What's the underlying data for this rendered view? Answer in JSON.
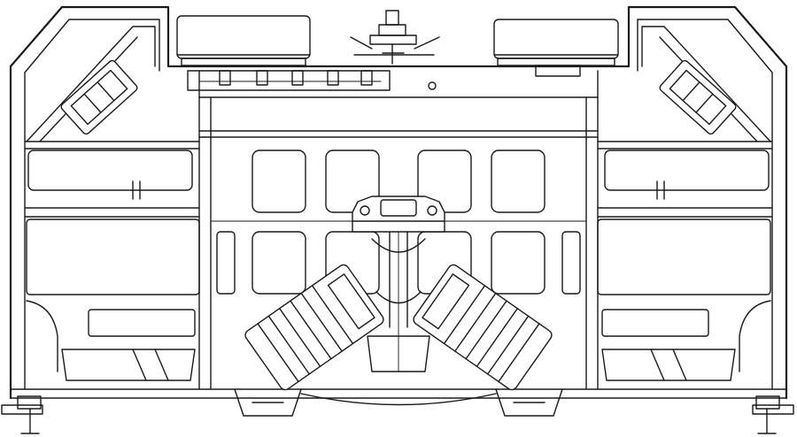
{
  "diagram": {
    "kind": "technical line drawing",
    "stroke_color": "#1a1a1a",
    "background_color": "#ffffff",
    "parts": [
      {
        "name": "cabinet-outer-shell"
      },
      {
        "name": "left-angled-side-panel"
      },
      {
        "name": "right-angled-side-panel"
      },
      {
        "name": "center-internal-bracing-frame"
      },
      {
        "name": "top-left-driver-block"
      },
      {
        "name": "top-right-driver-block"
      },
      {
        "name": "top-rigging-bracket"
      },
      {
        "name": "top-terminal-rail"
      },
      {
        "name": "left-angled-upper-driver"
      },
      {
        "name": "right-angled-upper-driver"
      },
      {
        "name": "center-horn-assembly"
      },
      {
        "name": "left-woofer"
      },
      {
        "name": "right-woofer"
      },
      {
        "name": "left-low-driver"
      },
      {
        "name": "right-low-driver"
      },
      {
        "name": "left-leveling-foot"
      },
      {
        "name": "right-leveling-foot"
      },
      {
        "name": "bottom-base-plate"
      }
    ]
  }
}
